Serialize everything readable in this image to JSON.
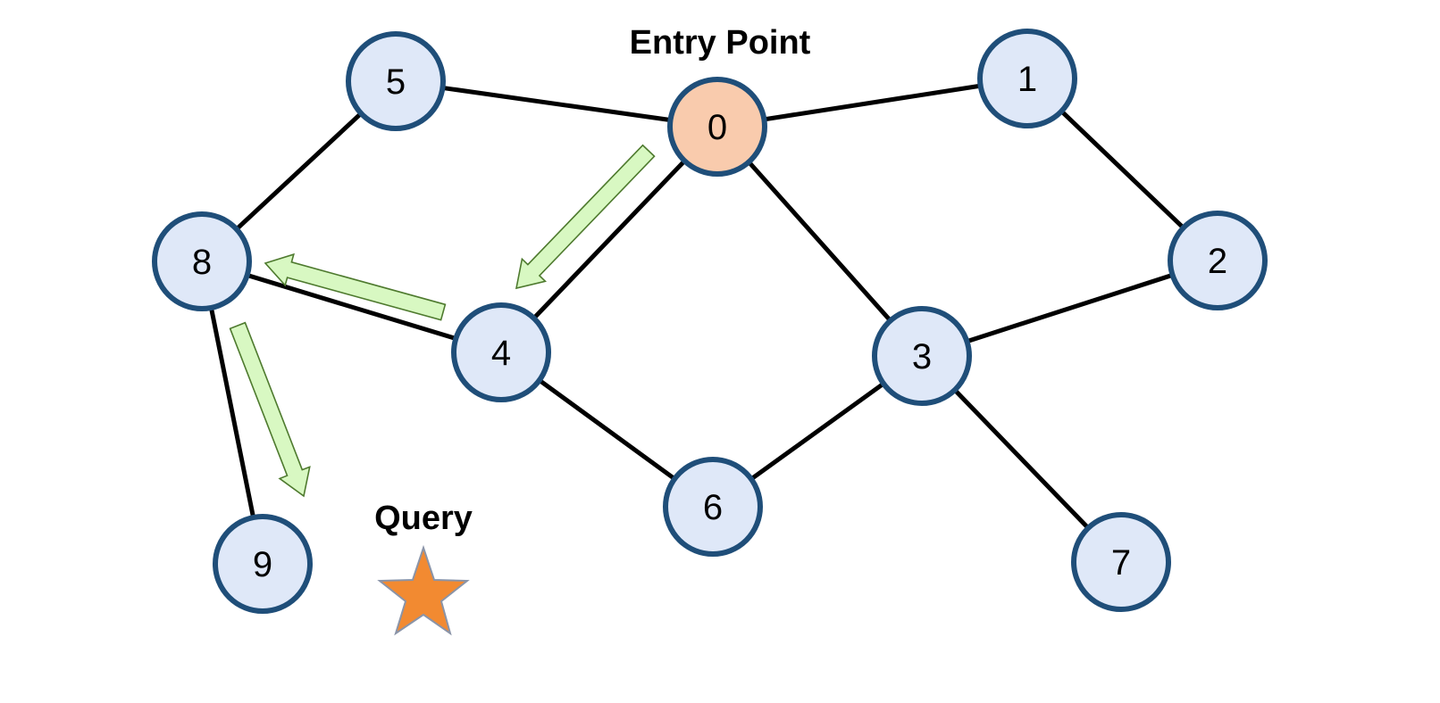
{
  "colors": {
    "node_fill": "#dfe8f8",
    "node_stroke": "#1f4e79",
    "entry_node_fill": "#f9cbad",
    "edge": "#000000",
    "arrow_fill": "#d8f8c2",
    "arrow_stroke": "#4e7a2e",
    "query_star_fill": "#f28a31",
    "query_star_stroke": "#8a94a8"
  },
  "annotations": {
    "entry_point": "Entry Point",
    "query": "Query"
  },
  "entry_node": "0",
  "nodes": [
    {
      "id": "0",
      "label": "0"
    },
    {
      "id": "1",
      "label": "1"
    },
    {
      "id": "2",
      "label": "2"
    },
    {
      "id": "3",
      "label": "3"
    },
    {
      "id": "4",
      "label": "4"
    },
    {
      "id": "5",
      "label": "5"
    },
    {
      "id": "6",
      "label": "6"
    },
    {
      "id": "7",
      "label": "7"
    },
    {
      "id": "8",
      "label": "8"
    },
    {
      "id": "9",
      "label": "9"
    }
  ],
  "edges": [
    [
      "0",
      "5"
    ],
    [
      "0",
      "1"
    ],
    [
      "0",
      "4"
    ],
    [
      "0",
      "3"
    ],
    [
      "1",
      "2"
    ],
    [
      "2",
      "3"
    ],
    [
      "3",
      "6"
    ],
    [
      "3",
      "7"
    ],
    [
      "4",
      "6"
    ],
    [
      "4",
      "8"
    ],
    [
      "5",
      "8"
    ],
    [
      "8",
      "9"
    ]
  ],
  "search_path": [
    "0",
    "4",
    "8",
    "9"
  ],
  "query_icon": "star-icon"
}
